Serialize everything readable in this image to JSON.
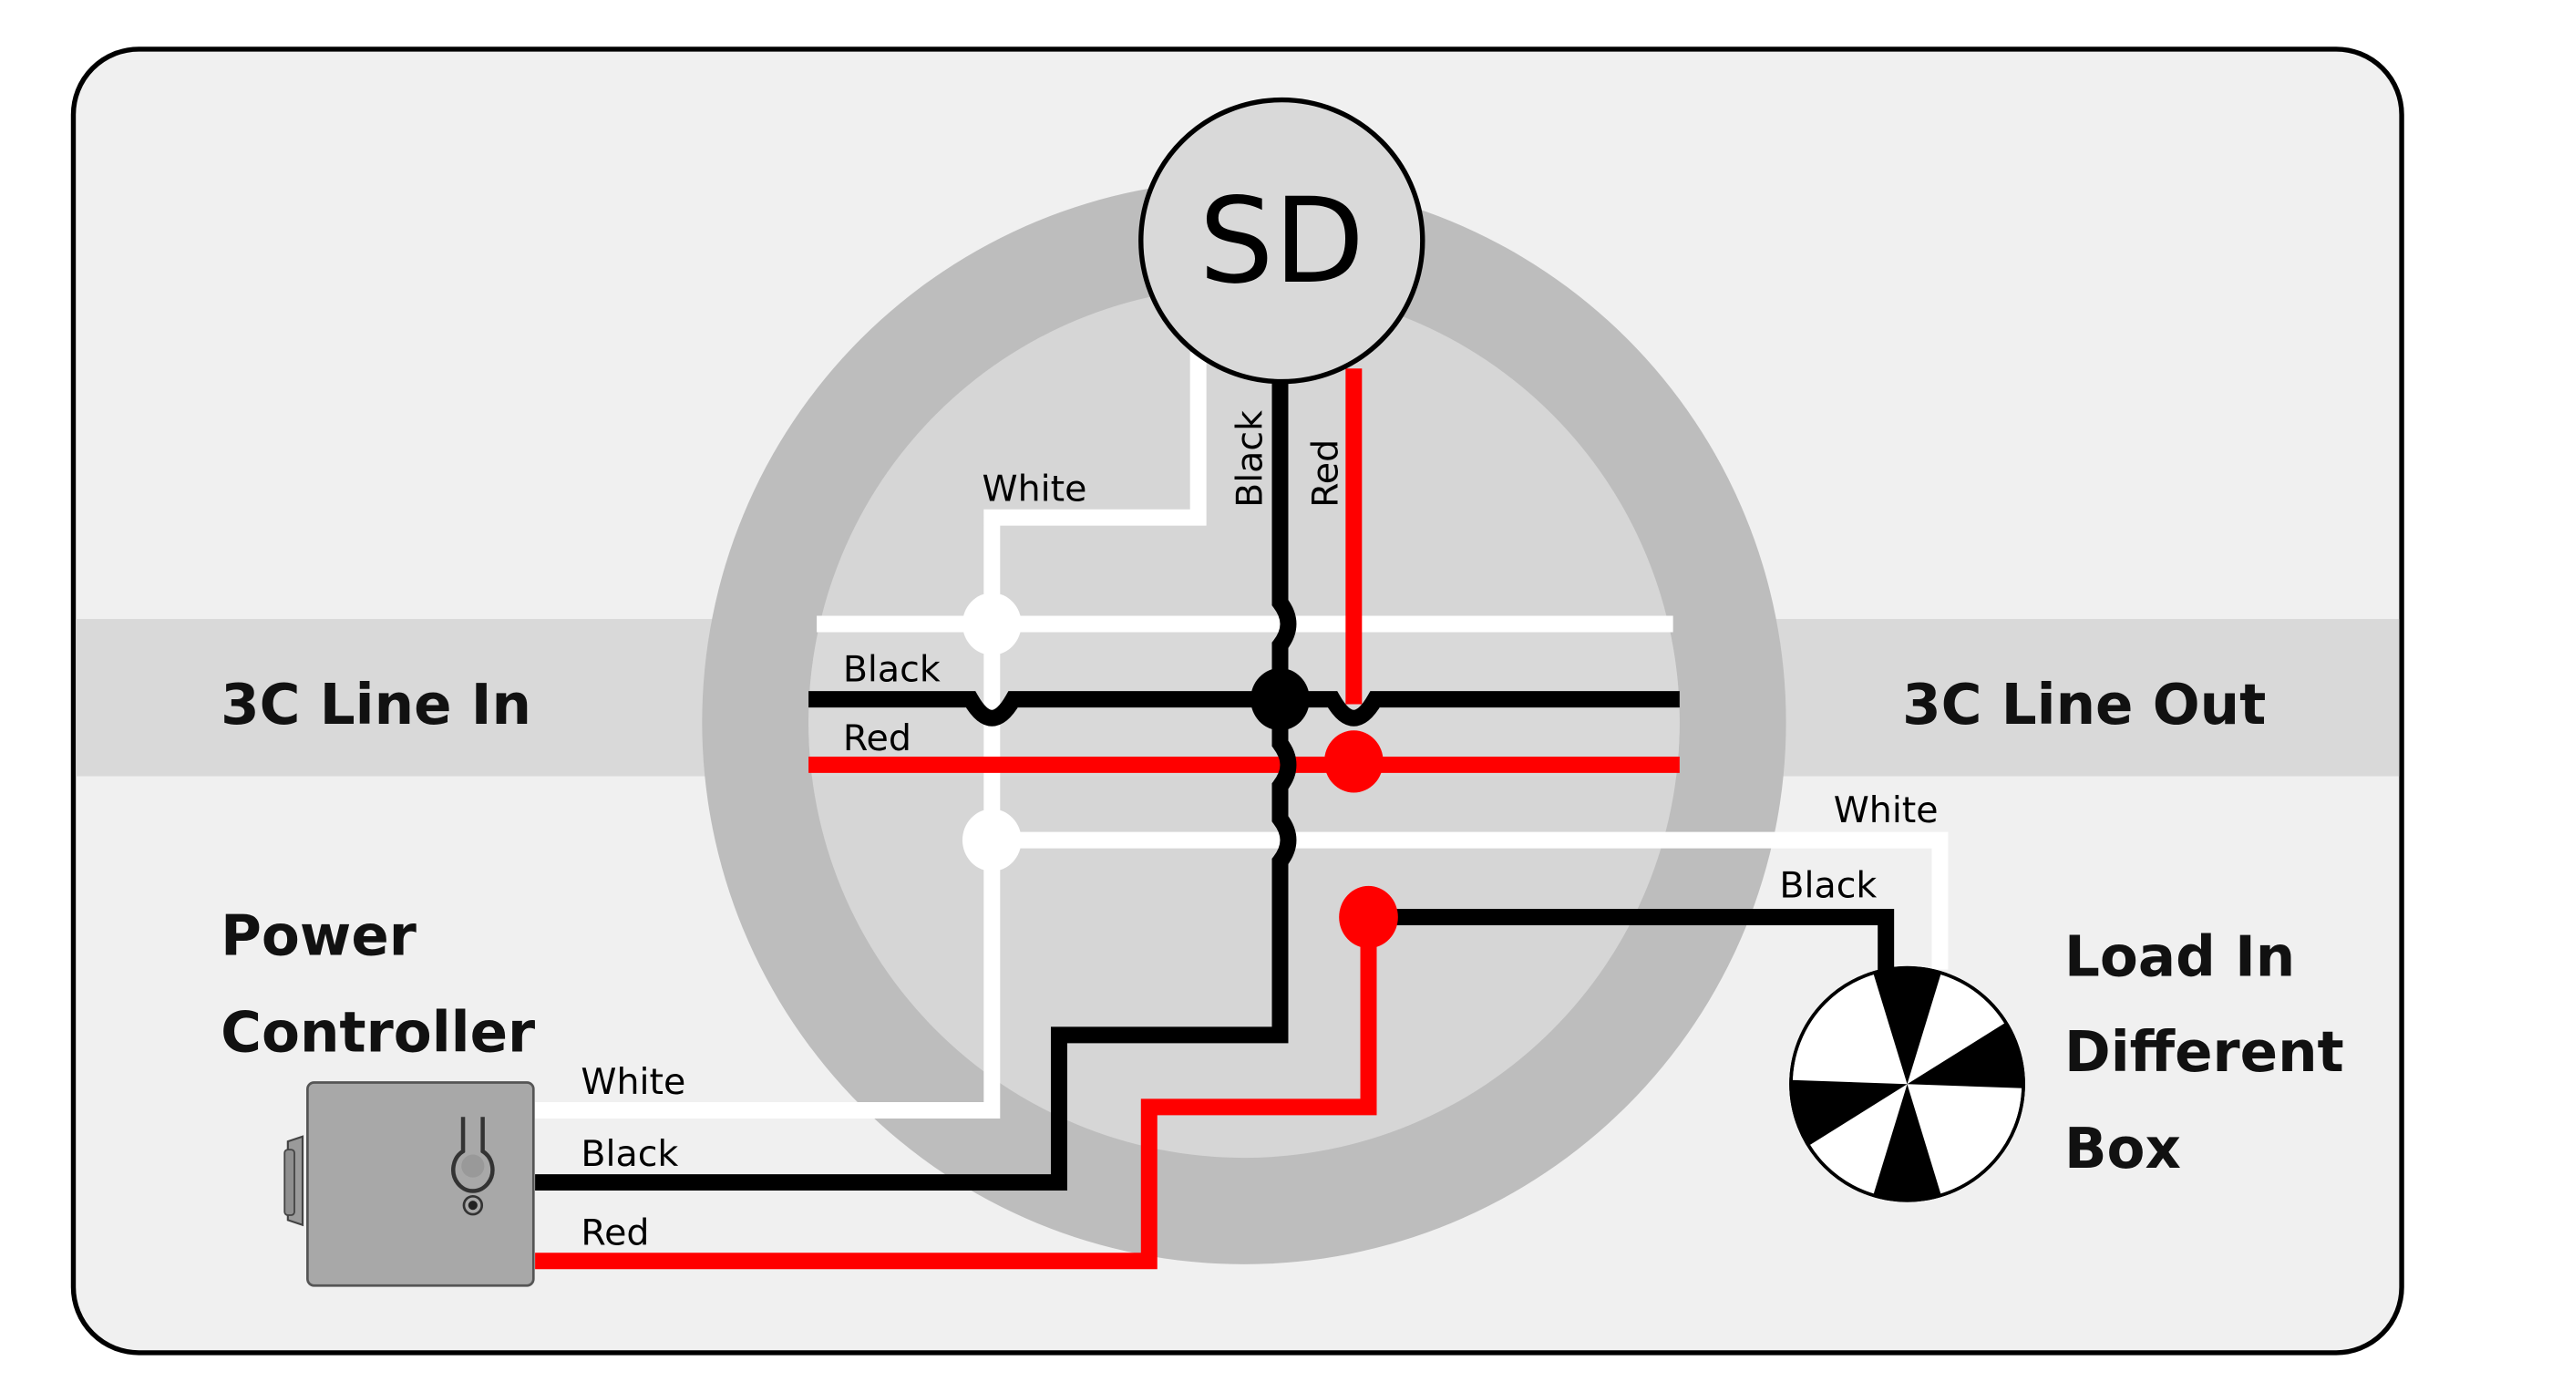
{
  "diagram": {
    "title_center": "SD",
    "line_in": "3C Line In",
    "line_out": "3C Line Out",
    "power_controller": [
      "Power",
      "Controller"
    ],
    "load": [
      "Load In",
      "Different",
      "Box"
    ],
    "wire_labels": {
      "sd_white": "White",
      "sd_black": "Black",
      "sd_red": "Red",
      "line_black": "Black",
      "line_red": "Red",
      "load_white": "White",
      "load_black": "Black",
      "pc_white": "White",
      "pc_black": "Black",
      "pc_red": "Red"
    },
    "colors": {
      "background": "#f0f0f0",
      "band": "#d9d9d9",
      "ring": "#bdbdbd",
      "inner": "#d6d6d6",
      "wire_white": "#ffffff",
      "wire_black": "#000000",
      "wire_red": "#ff0000",
      "controller": "#a8a8a8"
    }
  }
}
